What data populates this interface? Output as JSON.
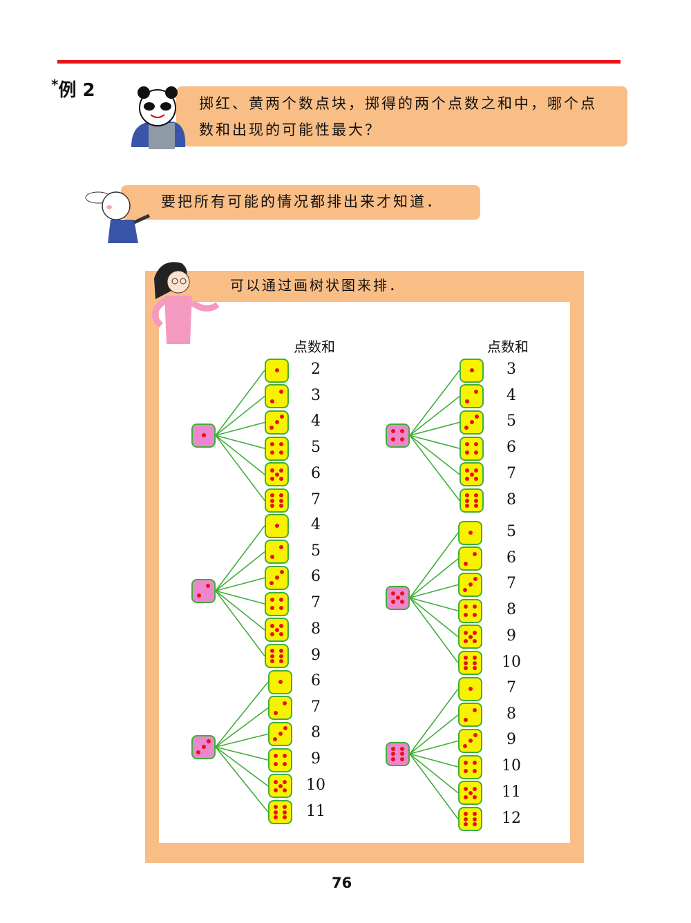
{
  "example_label": "例 2",
  "example_star": "*",
  "question": {
    "line1": "掷红、黄两个数点块，掷得的两个点数之和中，哪个点",
    "line2": "数和出现的可能性最大？"
  },
  "rabbit_says": "要把所有可能的情况都排出来才知道．",
  "girl_says": "可以通过画树状图来排．",
  "colors": {
    "red_die": "#ee86cf",
    "yellow_die": "#f7f200",
    "branch": "#3fae3a",
    "bubble": "#f9bd86",
    "rule": "#e8141b"
  },
  "trees": [
    {
      "header": "点数和",
      "groups": [
        {
          "first": 1,
          "seconds": [
            1,
            2,
            3,
            4,
            5,
            6
          ],
          "sums": [
            "2",
            "3",
            "4",
            "5",
            "6",
            "7"
          ]
        },
        {
          "first": 2,
          "seconds": [
            1,
            2,
            3,
            4,
            5,
            6
          ],
          "sums": [
            "4",
            "5",
            "6",
            "7",
            "8",
            "9"
          ]
        },
        {
          "first": 3,
          "seconds": [
            1,
            2,
            3,
            4,
            5,
            6
          ],
          "sums": [
            "6",
            "7",
            "8",
            "9",
            "10",
            "11"
          ]
        }
      ]
    },
    {
      "header": "点数和",
      "groups": [
        {
          "first": 4,
          "seconds": [
            1,
            2,
            3,
            4,
            5,
            6
          ],
          "sums": [
            "3",
            "4",
            "5",
            "6",
            "7",
            "8"
          ]
        },
        {
          "first": 5,
          "seconds": [
            1,
            2,
            3,
            4,
            5,
            6
          ],
          "sums": [
            "5",
            "6",
            "7",
            "8",
            "9",
            "10"
          ]
        },
        {
          "first": 6,
          "seconds": [
            1,
            2,
            3,
            4,
            5,
            6
          ],
          "sums": [
            "7",
            "8",
            "9",
            "10",
            "11",
            "12"
          ]
        }
      ]
    }
  ],
  "page_number": "76"
}
